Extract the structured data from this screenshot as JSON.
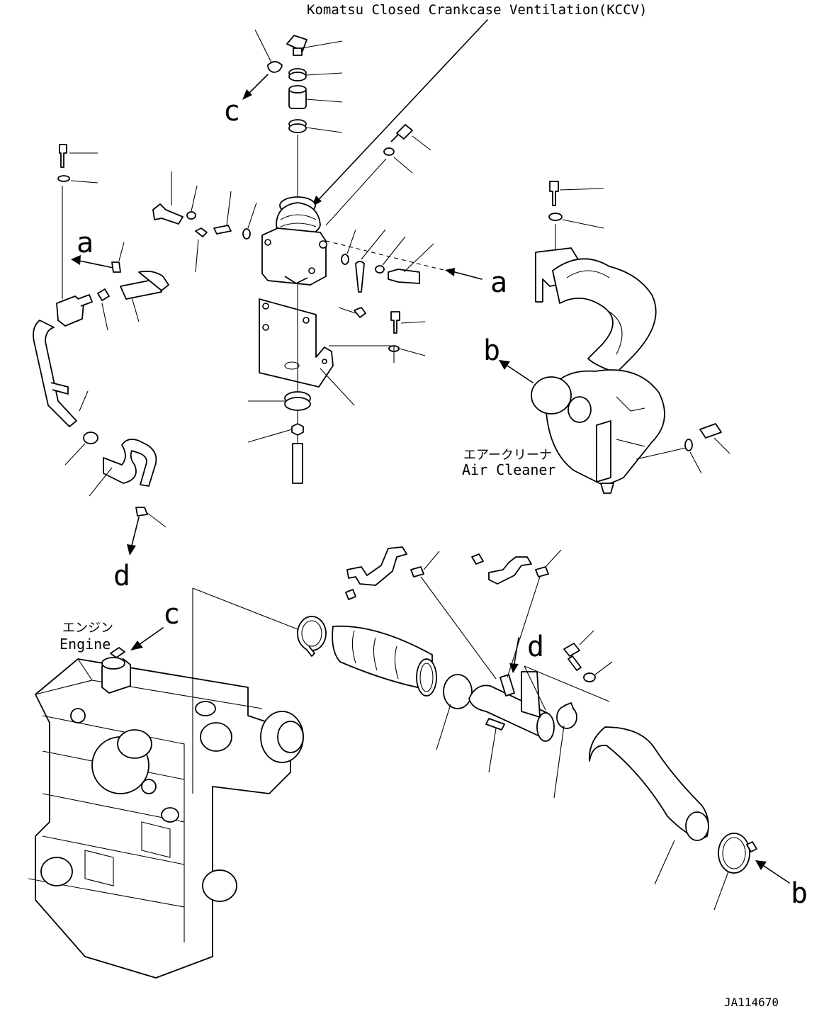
{
  "title": "Komatsu Closed Crankcase Ventilation(KCCV)",
  "callouts": {
    "a1": "a",
    "a2": "a",
    "b1": "b",
    "b2": "b",
    "c1": "c",
    "c2": "c",
    "d1": "d",
    "d2": "d"
  },
  "labels": {
    "air_cleaner_jp": "エアークリーナ",
    "air_cleaner_en": "Air Cleaner",
    "engine_jp": "エンジン",
    "engine_en": "Engine"
  },
  "drawing_number": "JA114670"
}
